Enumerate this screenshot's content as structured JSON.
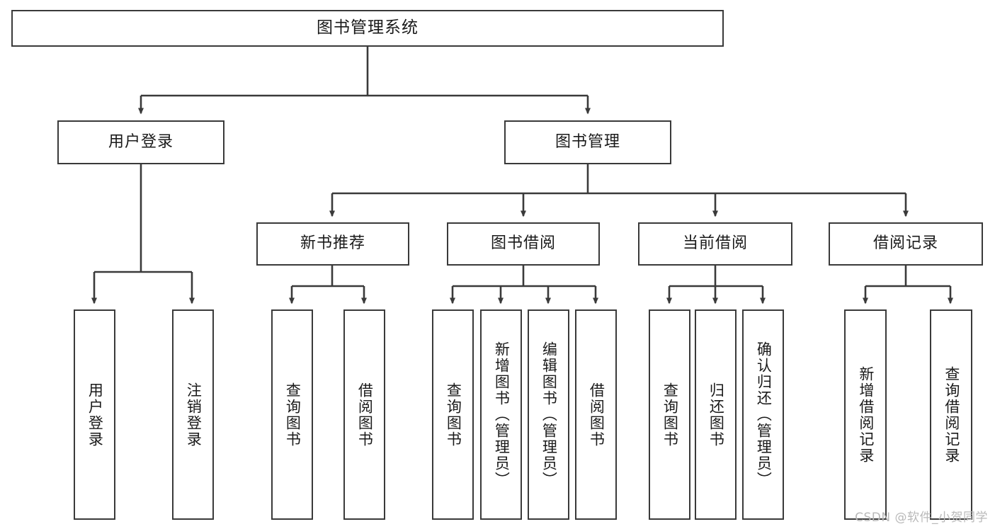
{
  "diagram": {
    "title": "图书管理系统",
    "type": "tree-hierarchy-chart",
    "root": {
      "label": "图书管理系统"
    },
    "level2": [
      {
        "label": "用户登录"
      },
      {
        "label": "图书管理"
      }
    ],
    "level3": [
      {
        "label": "新书推荐"
      },
      {
        "label": "图书借阅"
      },
      {
        "label": "当前借阅"
      },
      {
        "label": "借阅记录"
      }
    ],
    "leaves_user_login": [
      {
        "label": "用户登录"
      },
      {
        "label": "注销登录"
      }
    ],
    "leaves_new_book": [
      {
        "label": "查询图书"
      },
      {
        "label": "借阅图书"
      }
    ],
    "leaves_borrow": [
      {
        "label": "查询图书"
      },
      {
        "label": "新增图书（管理员）"
      },
      {
        "label": "编辑图书（管理员）"
      },
      {
        "label": "借阅图书"
      }
    ],
    "leaves_current": [
      {
        "label": "查询图书"
      },
      {
        "label": "归还图书"
      },
      {
        "label": "确认归还（管理员）"
      }
    ],
    "leaves_records": [
      {
        "label": "新增借阅记录"
      },
      {
        "label": "查询借阅记录"
      }
    ],
    "watermark": "CSDN @软件_小贺同学",
    "colors": {
      "border": "#3a3a3a",
      "background": "#ffffff",
      "text": "#1a1a1a",
      "watermark": "#b9b9b9"
    }
  }
}
